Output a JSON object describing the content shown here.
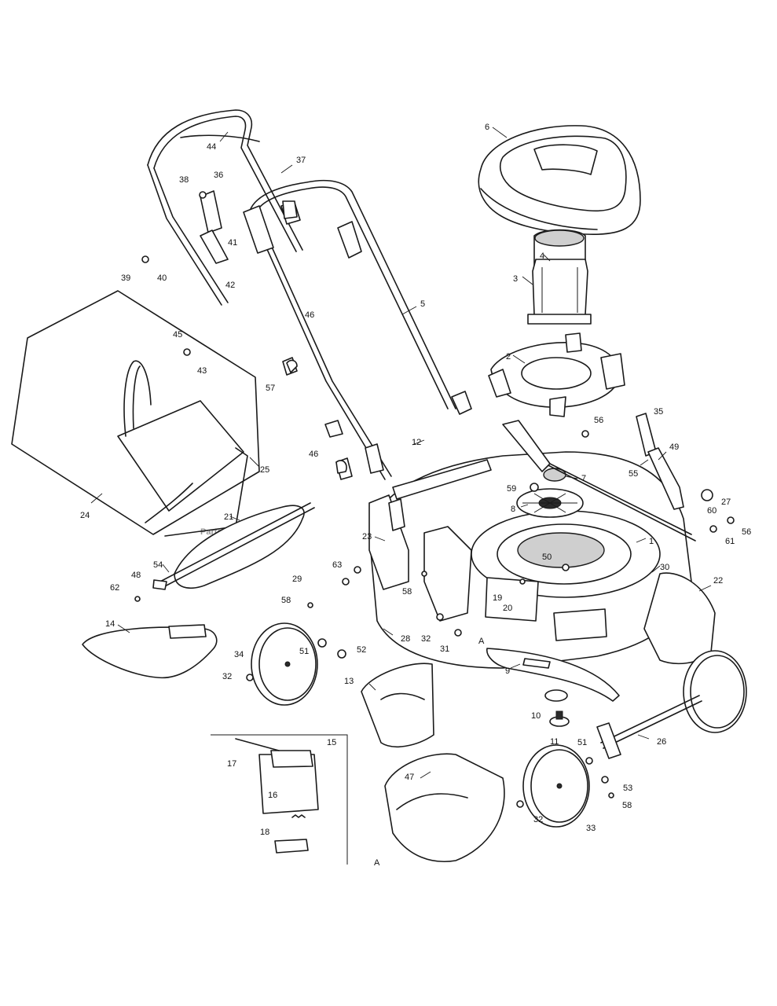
{
  "watermark": "PartsTree",
  "labels": {
    "l1": "1",
    "l2": "2",
    "l3": "3",
    "l4": "4",
    "l5": "5",
    "l6": "6",
    "l7": "7",
    "l8": "8",
    "l9": "9",
    "l10": "10",
    "l11": "11",
    "l12": "12",
    "l13": "13",
    "l14": "14",
    "l15": "15",
    "l16": "16",
    "l17": "17",
    "l18": "18",
    "l19": "19",
    "l20": "20",
    "l21": "21",
    "l22": "22",
    "l23": "23",
    "l24": "24",
    "l25": "25",
    "l26": "26",
    "l27": "27",
    "l28": "28",
    "l29": "29",
    "l30": "30",
    "l31": "31",
    "l32": "32",
    "l33": "33",
    "l34": "34",
    "l35": "35",
    "l36": "36",
    "l37": "37",
    "l38": "38",
    "l39": "39",
    "l40": "40",
    "l41": "41",
    "l42": "42",
    "l43": "43",
    "l44": "44",
    "l45": "45",
    "l46": "46",
    "l47": "47",
    "l48": "48",
    "l49": "49",
    "l50": "50",
    "l51": "51",
    "l52": "52",
    "l53": "53",
    "l54": "54",
    "l55": "55",
    "l56": "56",
    "l57": "57",
    "l58": "58",
    "l59": "59",
    "l60": "60",
    "l61": "61",
    "l62": "62",
    "l63": "63",
    "lA": "A"
  }
}
